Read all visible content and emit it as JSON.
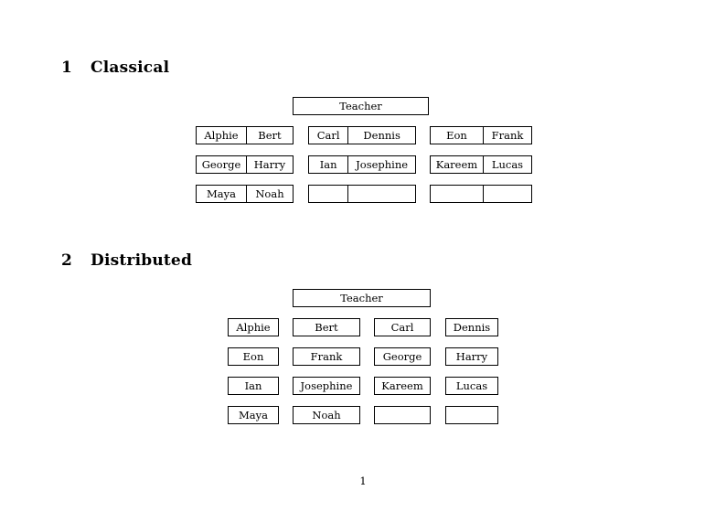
{
  "document": {
    "page_number": "1"
  },
  "sections": [
    {
      "number": "1",
      "title": "Classical",
      "teacher_label": "Teacher",
      "groups": [
        {
          "rows": [
            [
              "Alphie",
              "Bert"
            ],
            [
              "George",
              "Harry"
            ],
            [
              "Maya",
              "Noah"
            ]
          ]
        },
        {
          "rows": [
            [
              "Carl",
              "Dennis"
            ],
            [
              "Ian",
              "Josephine"
            ],
            [
              "",
              ""
            ]
          ]
        },
        {
          "rows": [
            [
              "Eon",
              "Frank"
            ],
            [
              "Kareem",
              "Lucas"
            ],
            [
              "",
              ""
            ]
          ]
        }
      ]
    },
    {
      "number": "2",
      "title": "Distributed",
      "teacher_label": "Teacher",
      "rows": [
        [
          "Alphie",
          "Bert",
          "Carl",
          "Dennis"
        ],
        [
          "Eon",
          "Frank",
          "George",
          "Harry"
        ],
        [
          "Ian",
          "Josephine",
          "Kareem",
          "Lucas"
        ],
        [
          "Maya",
          "Noah",
          "",
          ""
        ]
      ]
    }
  ]
}
